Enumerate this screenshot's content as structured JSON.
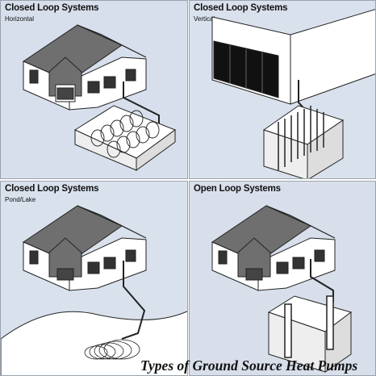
{
  "panels": [
    {
      "title": "Closed Loop Systems",
      "subtitle": "Horizontal"
    },
    {
      "title": "Closed Loop Systems",
      "subtitle": "Vertical"
    },
    {
      "title": "Closed Loop Systems",
      "subtitle": "Pond/Lake"
    },
    {
      "title": "Open Loop Systems",
      "subtitle": ""
    }
  ],
  "caption": "Types of Ground Source Heat Pumps",
  "colors": {
    "panel_bg": "#d8e0ec",
    "roof": "#6f6f6f",
    "wall": "#ffffff",
    "outline": "#222222"
  }
}
